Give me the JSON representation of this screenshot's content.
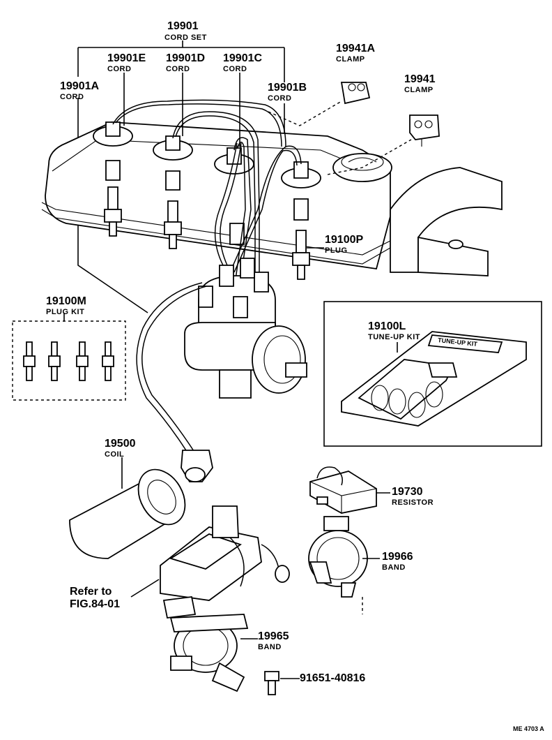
{
  "labels": {
    "cord_set": {
      "number": "19901",
      "name": "CORD SET"
    },
    "cord_e": {
      "number": "19901E",
      "name": "CORD"
    },
    "cord_d": {
      "number": "19901D",
      "name": "CORD"
    },
    "cord_c": {
      "number": "19901C",
      "name": "CORD"
    },
    "cord_a": {
      "number": "19901A",
      "name": "CORD"
    },
    "cord_b": {
      "number": "19901B",
      "name": "CORD"
    },
    "clamp_a": {
      "number": "19941A",
      "name": "CLAMP"
    },
    "clamp": {
      "number": "19941",
      "name": "CLAMP"
    },
    "plug": {
      "number": "19100P",
      "name": "PLUG"
    },
    "plug_kit": {
      "number": "19100M",
      "name": "PLUG KIT"
    },
    "tuneup_kit": {
      "number": "19100L",
      "name": "TUNE-UP KIT",
      "package_text": "TUNE-UP KIT"
    },
    "coil": {
      "number": "19500",
      "name": "COIL"
    },
    "resistor": {
      "number": "19730",
      "name": "RESISTOR"
    },
    "band_66": {
      "number": "19966",
      "name": "BAND"
    },
    "band_65": {
      "number": "19965",
      "name": "BAND"
    },
    "bolt": {
      "number": "91651-40816"
    },
    "refer": {
      "line1": "Refer to",
      "line2": "FIG.84-01"
    },
    "figure_code": "ME 4703 A"
  }
}
